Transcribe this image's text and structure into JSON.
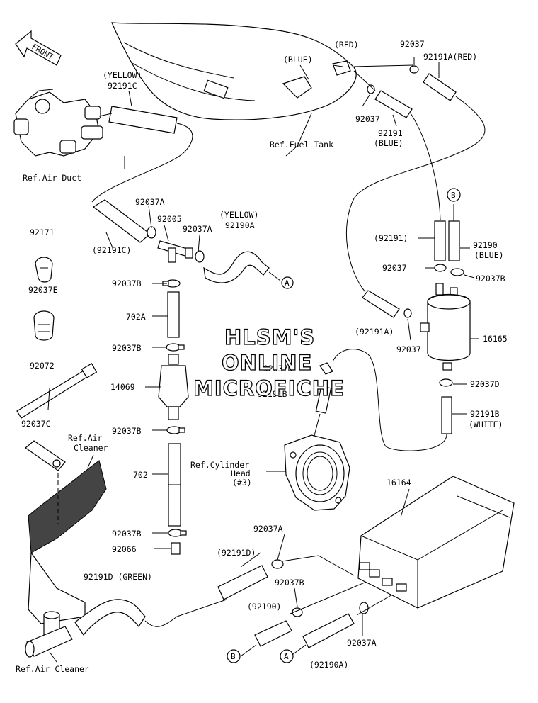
{
  "watermark": {
    "line1": "HLSM'S",
    "line2": "ONLINE",
    "line3": "MICROFICHE"
  },
  "front_arrow": "FRONT",
  "refs": {
    "air_duct": "Ref.Air Duct",
    "fuel_tank": "Ref.Fuel Tank",
    "air_cleaner_top_1": "Ref.Air",
    "air_cleaner_top_2": "Cleaner",
    "air_cleaner_bottom": "Ref.Air Cleaner",
    "cyl_head_1": "Ref.Cylinder",
    "cyl_head_2": "Head",
    "cyl_head_3": "(#3)"
  },
  "labels": {
    "yellow_top": "(YELLOW)",
    "p92191C": "92191C",
    "red": "(RED)",
    "blue_top": "(BLUE)",
    "p92037_top": "92037",
    "p92191A_red": "92191A(RED)",
    "p92037_mid": "92037",
    "p92191": "92191",
    "blue_mid": "(BLUE)",
    "p92037A_1": "92037A",
    "p92005": "92005",
    "p92037A_2": "92037A",
    "yellow_2": "(YELLOW)",
    "p92190A": "92190A",
    "p92171": "92171",
    "p92191C_paren": "(92191C)",
    "p92037B_1": "92037B",
    "p92037E": "92037E",
    "p702A": "702A",
    "p92037B_2": "92037B",
    "p92072": "92072",
    "p14069": "14069",
    "p92037C": "92037C",
    "p92037B_3": "92037B",
    "p702": "702",
    "p92037B_4": "92037B",
    "p92066": "92066",
    "p92191D_green": "92191D (GREEN)",
    "p92191_paren": "(92191)",
    "p92190": "92190",
    "blue_right": "(BLUE)",
    "p92037_r": "92037",
    "p92037B_r": "92037B",
    "p92191A_paren": "(92191A)",
    "p92037_r2": "92037",
    "p16165": "16165",
    "p92037D_1": "92037D",
    "p92191B_1": "92191B",
    "p92037D_2": "92037D",
    "p92191B_2": "92191B",
    "white": "(WHITE)",
    "p16164": "16164",
    "p92037A_3": "92037A",
    "p92191D_paren": "(92191D)",
    "p92037B_5": "92037B",
    "p92190_paren": "(92190)",
    "p92037A_4": "92037A",
    "p92190A_paren": "(92190A)",
    "circle_A_1": "A",
    "circle_B_1": "B",
    "circle_B_2": "B",
    "circle_A_2": "A"
  }
}
